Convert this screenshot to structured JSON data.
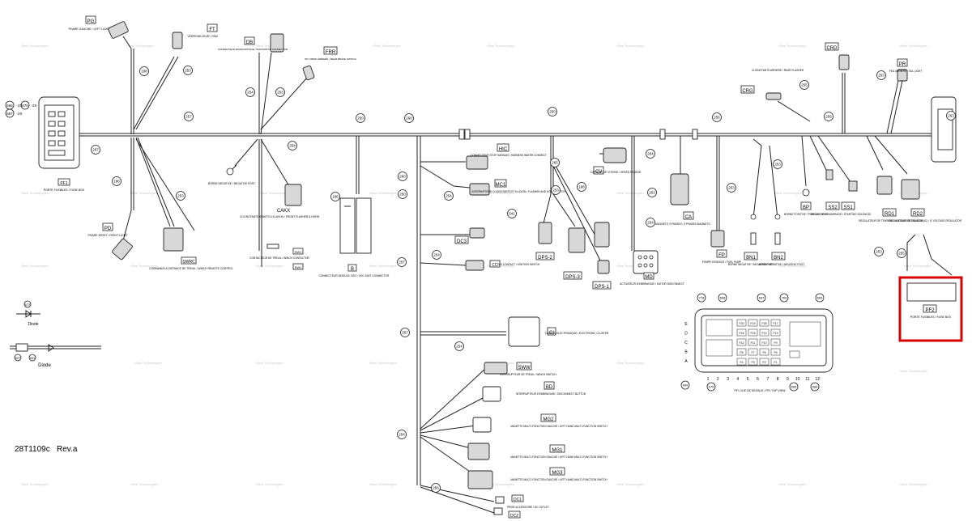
{
  "drawing_number": "28T1109c",
  "revision": "Rev.a",
  "highlight_color": "#d80000",
  "connectors": {
    "PG": {
      "code": "PG",
      "label": "PHARE GAUCHE / LEFT LIGHT"
    },
    "FT": {
      "code": "FT",
      "label": "VERROUILLEUR / FAM"
    },
    "DB": {
      "code": "DB",
      "label": "CONNECTEUR DIAGNOSTIQUE / DIAGNOSTIC CONNECTOR"
    },
    "FRR": {
      "code": "FRR",
      "label": "INT. FREIN ARRIERE / REAR BRAKE SWITCH"
    },
    "CRD": {
      "code": "CRD",
      "label": ""
    },
    "PR": {
      "code": "PR",
      "label": "FEU ARRIERE / TAIL LIGHT"
    },
    "CRG": {
      "code": "CRG",
      "label": "CLIGNOTANTS ARRIERE / REAR FLASHER"
    },
    "PF1": {
      "code": "PF1",
      "label": "PORTE FUSIBLES / FUSE BOX"
    },
    "PD": {
      "code": "PD",
      "label": "PHARE DROIT / RIGHT LIGHT"
    },
    "SWRC": {
      "code": "SWRC",
      "label": "COMMANDE A DISTANCE DE TREUIL / WINCH REMOTE CONTROL"
    },
    "CAKX": {
      "code": "CAKX",
      "label": "CLIGNOTANTS AVANTS & KLAXON / FRONT FLASHER & HORN"
    },
    "SW1": {
      "code": "SW1",
      "label": "CONTACTEUR DE TREUIL / WINCH CONTACTOR"
    },
    "SW1b": {
      "code": "SW1",
      "label": ""
    },
    "GRND": {
      "code": "",
      "label": "BORNE NEGATIVE / NEGATIVE POST"
    },
    "B": {
      "code": "B",
      "label": "CONNECTEUR MODULE VDO / VDO UNIT CONNECTOR"
    },
    "HIC": {
      "code": "HIC",
      "label": "CONNECTEUR STOP HARNAIS / HARNESS WATER CONNECT"
    },
    "MC1": {
      "code": "MC1",
      "label": "INTERRUPTEUR CLIGNOTANTS ET KLAXON / FLASHER AND HORN SWITCH"
    },
    "DC3": {
      "code": "DC3",
      "label": ""
    },
    "CC": {
      "code": "CC",
      "label": "CLE CONTACT / IGNITION SWITCH"
    },
    "CV": {
      "code": "CV",
      "label": "CAPTEUR DE VITESSE / SPEED SENSOR"
    },
    "DPS2": {
      "code": "DPS-2",
      "label": ""
    },
    "DPS3": {
      "code": "DPS-3",
      "label": ""
    },
    "DPS1": {
      "code": "DPS-1",
      "label": ""
    },
    "MD": {
      "code": "MD",
      "label": "ACTIVATEUR D'EMBRAYAGE / MOTOR DISCONNECT"
    },
    "CA": {
      "code": "CA",
      "label": "MAGNETO 3 PHASES / 3 PHASES MAGNETO"
    },
    "FP": {
      "code": "FP",
      "label": "POMPE ESSENCE / FUEL PUMP"
    },
    "BN1": {
      "code": "BN1",
      "label": "BORNE NEGATIVE / NEGATIVE POST"
    },
    "BN2": {
      "code": "BN2",
      "label": "BORNE NEGATIVE / NEGATIVE POST"
    },
    "BP": {
      "code": "BP",
      "label": "BORNE POSITIVE / POSITIVE POST"
    },
    "SS2": {
      "code": "SS2",
      "label": "RELAIS DE DEMARRAGE / STARTING SOLENOID"
    },
    "SS1": {
      "code": "SS1",
      "label": ""
    },
    "RD1": {
      "code": "RD1",
      "label": "REGULATEUR DE TENSION / VOLTAGE REGULATOR"
    },
    "RD2": {
      "code": "RD2",
      "label": "REGULATEUR DE TENSION (IC) / IC VOLTAGE REGULATOR"
    },
    "PF2": {
      "code": "PF2",
      "label": "PORTE FUSIBLES / FUSE BOX"
    },
    "CI": {
      "code": "CI",
      "label": "CADRAN ELECTRONIQUE / ELECTRONIC CLUSTER"
    },
    "SWW": {
      "code": "SWW",
      "label": "INTERRUPTEUR DE TREUIL / WINCH SWITCH"
    },
    "BD": {
      "code": "BD",
      "label": "INTERRUPTEUR D'EMBRAYAGE / DISCONNECT BUTTON"
    },
    "MG2": {
      "code": "MG2",
      "label": "MANETTE MULTI-FONCTION GAUCHE / LEFT HAND MULTI-FUNCTION SWITCH"
    },
    "MG1": {
      "code": "MG1",
      "label": "MANETTE MULTI-FONCTION GAUCHE / LEFT HAND MULTI-FUNCTION SWITCH"
    },
    "MG3": {
      "code": "MG3",
      "label": "MANETTE MULTI-FONCTION GAUCHE / LEFT HAND MULTI-FUNCTION SWITCH"
    },
    "DC1": {
      "code": "DC1",
      "label": "PRISE ACCESSOIRE / DC OUTLET"
    },
    "DC2": {
      "code": "DC2",
      "label": ""
    }
  },
  "fuse_box_view": {
    "title": "PF1 VUE DE DESSUS / PF1 TOP VIEW",
    "rows": [
      "E",
      "D",
      "C",
      "B",
      "A"
    ],
    "columns": [
      "1",
      "2",
      "3",
      "4",
      "5",
      "6",
      "7",
      "8",
      "9",
      "10",
      "11",
      "12"
    ],
    "callouts": [
      "778",
      "668",
      "667",
      "769",
      "669",
      "999",
      "670",
      "665",
      "684"
    ],
    "inner_text": [
      "F20",
      "F19",
      "F18",
      "F17",
      "F16",
      "F15",
      "F14",
      "F13",
      "F12",
      "F11",
      "F10",
      "F9",
      "F8",
      "F7",
      "F6",
      "F5",
      "F4",
      "F3",
      "F2",
      "F1"
    ]
  },
  "wire_ids": [
    "188",
    "253",
    "257",
    "254",
    "253",
    "250",
    "260",
    "250",
    "256",
    "256",
    "253",
    "255",
    "267",
    "186",
    "253",
    "254",
    "196",
    "260",
    "250",
    "254",
    "265",
    "188",
    "254",
    "257",
    "254",
    "257",
    "254",
    "254",
    "256",
    "253",
    "253",
    "255",
    "263",
    "253",
    "254",
    "253",
    "253",
    "541"
  ],
  "legend": {
    "diode1_id": "672",
    "diode1_label": "Diode",
    "diode2_ids": [
      "527",
      "531"
    ],
    "diode2_label": "Diode",
    "pf1_side_ids": [
      "666",
      "667",
      "670",
      "-2X",
      "-2X",
      "-2X"
    ]
  },
  "watermark": "+Best Technologies"
}
